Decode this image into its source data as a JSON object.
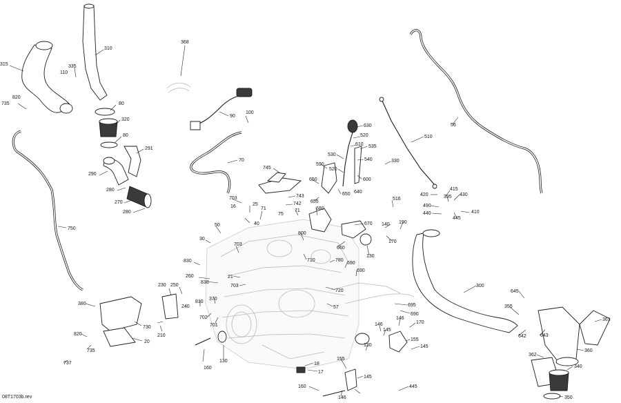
{
  "diagram": {
    "reference_code": "08T1703b.rev",
    "callouts": [
      {
        "id": "c315",
        "label": "315"
      },
      {
        "id": "c310",
        "label": "310"
      },
      {
        "id": "c335",
        "label": "335"
      },
      {
        "id": "c110",
        "label": "110"
      },
      {
        "id": "c820a",
        "label": "820"
      },
      {
        "id": "c735a",
        "label": "735"
      },
      {
        "id": "c80a",
        "label": "80"
      },
      {
        "id": "c320",
        "label": "320"
      },
      {
        "id": "c80b",
        "label": "80"
      },
      {
        "id": "c291",
        "label": "291"
      },
      {
        "id": "c290",
        "label": "290"
      },
      {
        "id": "c280a",
        "label": "280"
      },
      {
        "id": "c270",
        "label": "270"
      },
      {
        "id": "c280b",
        "label": "280"
      },
      {
        "id": "c368",
        "label": "368"
      },
      {
        "id": "c90",
        "label": "90"
      },
      {
        "id": "c100",
        "label": "100"
      },
      {
        "id": "c70",
        "label": "70"
      },
      {
        "id": "c745",
        "label": "745"
      },
      {
        "id": "c703a",
        "label": "703"
      },
      {
        "id": "c743",
        "label": "743"
      },
      {
        "id": "c742",
        "label": "742"
      },
      {
        "id": "c16",
        "label": "16"
      },
      {
        "id": "c25",
        "label": "25"
      },
      {
        "id": "c71a",
        "label": "71"
      },
      {
        "id": "c75",
        "label": "75"
      },
      {
        "id": "c71b",
        "label": "71"
      },
      {
        "id": "c40",
        "label": "40"
      },
      {
        "id": "c50",
        "label": "50"
      },
      {
        "id": "c30",
        "label": "30"
      },
      {
        "id": "c703b",
        "label": "703"
      },
      {
        "id": "c830a",
        "label": "830"
      },
      {
        "id": "c260",
        "label": "260"
      },
      {
        "id": "c21",
        "label": "21"
      },
      {
        "id": "c830b",
        "label": "830"
      },
      {
        "id": "c703c",
        "label": "703"
      },
      {
        "id": "c370",
        "label": "370"
      },
      {
        "id": "c810",
        "label": "810"
      },
      {
        "id": "c702",
        "label": "702"
      },
      {
        "id": "c701",
        "label": "701"
      },
      {
        "id": "c230",
        "label": "230"
      },
      {
        "id": "c250",
        "label": "250"
      },
      {
        "id": "c240",
        "label": "240"
      },
      {
        "id": "c210",
        "label": "210"
      },
      {
        "id": "c380",
        "label": "380"
      },
      {
        "id": "c730",
        "label": "730"
      },
      {
        "id": "c820b",
        "label": "820"
      },
      {
        "id": "c20",
        "label": "20"
      },
      {
        "id": "c735b",
        "label": "735"
      },
      {
        "id": "c737",
        "label": "737"
      },
      {
        "id": "c750",
        "label": "750"
      },
      {
        "id": "c160a",
        "label": "160"
      },
      {
        "id": "c130a",
        "label": "130"
      },
      {
        "id": "c630",
        "label": "630"
      },
      {
        "id": "c520a",
        "label": "520"
      },
      {
        "id": "c610",
        "label": "610"
      },
      {
        "id": "c535",
        "label": "535"
      },
      {
        "id": "c530",
        "label": "530"
      },
      {
        "id": "c540",
        "label": "540"
      },
      {
        "id": "c330",
        "label": "330"
      },
      {
        "id": "c590",
        "label": "590"
      },
      {
        "id": "c520b",
        "label": "520"
      },
      {
        "id": "c600",
        "label": "600"
      },
      {
        "id": "c650",
        "label": "650"
      },
      {
        "id": "c640",
        "label": "640"
      },
      {
        "id": "c655",
        "label": "655"
      },
      {
        "id": "c650b",
        "label": "650"
      },
      {
        "id": "c680",
        "label": "680"
      },
      {
        "id": "c670",
        "label": "670"
      },
      {
        "id": "c660",
        "label": "660"
      },
      {
        "id": "c130b",
        "label": "130"
      },
      {
        "id": "c800",
        "label": "800"
      },
      {
        "id": "c710",
        "label": "710"
      },
      {
        "id": "c780",
        "label": "780"
      },
      {
        "id": "c690a",
        "label": "690"
      },
      {
        "id": "c690b",
        "label": "690"
      },
      {
        "id": "c720",
        "label": "720"
      },
      {
        "id": "c57",
        "label": "57"
      },
      {
        "id": "c695",
        "label": "695"
      },
      {
        "id": "c690c",
        "label": "690"
      },
      {
        "id": "c510",
        "label": "510"
      },
      {
        "id": "c56",
        "label": "56"
      },
      {
        "id": "c516",
        "label": "516"
      },
      {
        "id": "c420",
        "label": "420"
      },
      {
        "id": "c415",
        "label": "415"
      },
      {
        "id": "c395",
        "label": "395"
      },
      {
        "id": "c430",
        "label": "430"
      },
      {
        "id": "c490",
        "label": "490"
      },
      {
        "id": "c440",
        "label": "440"
      },
      {
        "id": "c445a",
        "label": "445"
      },
      {
        "id": "c410",
        "label": "410"
      },
      {
        "id": "c140",
        "label": "140"
      },
      {
        "id": "c190",
        "label": "190"
      },
      {
        "id": "c170a",
        "label": "170"
      },
      {
        "id": "c300",
        "label": "300"
      },
      {
        "id": "c645",
        "label": "645"
      },
      {
        "id": "c355",
        "label": "355"
      },
      {
        "id": "c642",
        "label": "642"
      },
      {
        "id": "c643",
        "label": "643"
      },
      {
        "id": "c361",
        "label": "361"
      },
      {
        "id": "c360",
        "label": "360"
      },
      {
        "id": "c362",
        "label": "362"
      },
      {
        "id": "c340",
        "label": "340"
      },
      {
        "id": "c350",
        "label": "350"
      },
      {
        "id": "c146a",
        "label": "146"
      },
      {
        "id": "c145a",
        "label": "145"
      },
      {
        "id": "c146b",
        "label": "146"
      },
      {
        "id": "c170b",
        "label": "170"
      },
      {
        "id": "c155a",
        "label": "155"
      },
      {
        "id": "c145b",
        "label": "145"
      },
      {
        "id": "c130c",
        "label": "130"
      },
      {
        "id": "c18",
        "label": "18"
      },
      {
        "id": "c17",
        "label": "17"
      },
      {
        "id": "c155b",
        "label": "155"
      },
      {
        "id": "c145c",
        "label": "145"
      },
      {
        "id": "c160b",
        "label": "160"
      },
      {
        "id": "c146c",
        "label": "146"
      },
      {
        "id": "c445b",
        "label": "445"
      }
    ]
  }
}
